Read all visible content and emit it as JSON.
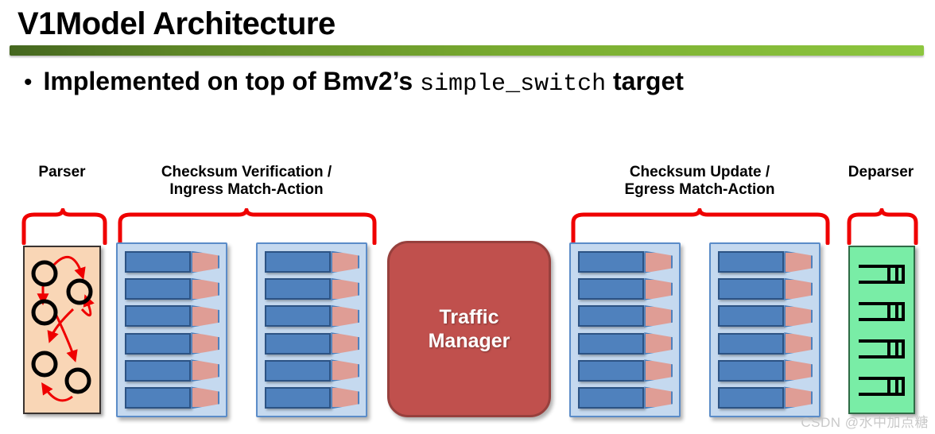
{
  "slide": {
    "title": "V1Model Architecture",
    "accent_green_dark": "#45671f",
    "accent_green_light": "#8dc63f",
    "bullet": {
      "marker": "•",
      "text_before": "Implemented on top of Bmv2’s",
      "code": "simple_switch",
      "text_after": "target"
    }
  },
  "diagram": {
    "captions": [
      {
        "name": "parser",
        "line1": "Parser",
        "line2": ""
      },
      {
        "name": "ingress",
        "line1": "Checksum Verification /",
        "line2": "Ingress Match-Action"
      },
      {
        "name": "egress",
        "line1": "Checksum Update /",
        "line2": "Egress Match-Action"
      },
      {
        "name": "deparser",
        "line1": "Deparser",
        "line2": ""
      }
    ],
    "parser": {
      "label": "parser-state-machine",
      "fill": "#f9d6b6",
      "node_count": 5,
      "arrow_color": "#ef0000"
    },
    "pipelines": [
      {
        "name": "ingress-stage-1",
        "rows": 6
      },
      {
        "name": "ingress-stage-2",
        "rows": 6
      },
      {
        "name": "egress-stage-1",
        "rows": 6
      },
      {
        "name": "egress-stage-2",
        "rows": 6
      }
    ],
    "pipeline_colors": {
      "container": "#c5d9ef",
      "container_border": "#5b8cc8",
      "match_table": "#4f81bd",
      "match_table_border": "#2c5384",
      "action": "#df9d95"
    },
    "traffic_manager": {
      "line1": "Traffic",
      "line2": "Manager",
      "fill": "#c0504d",
      "text_color": "#ffffff"
    },
    "deparser": {
      "fill": "#79eda6",
      "packet_count": 4
    },
    "brace_color": "#ef0000"
  },
  "watermark": {
    "text": "CSDN @水中加点糖"
  }
}
